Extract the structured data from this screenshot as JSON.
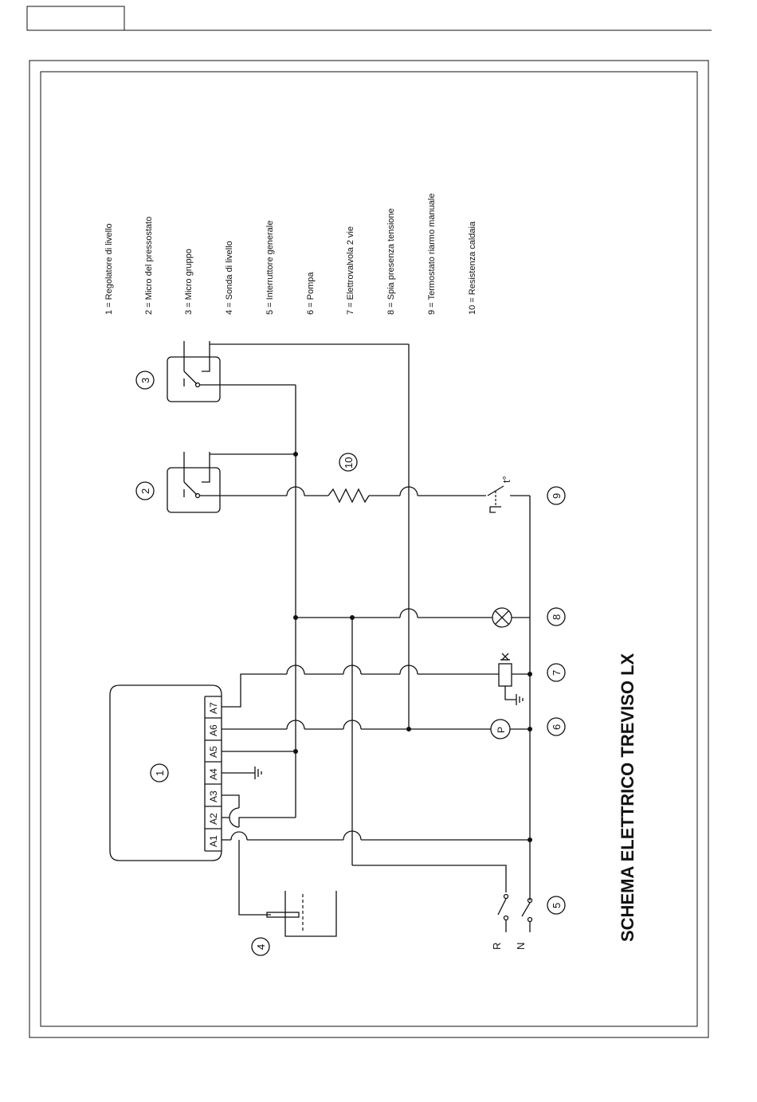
{
  "legend": [
    "1 = Regolatore di livello",
    "2 = Micro del pressostato",
    "3 = Micro gruppo",
    "4 = Sonda di livello",
    "5 = Interruttore generale",
    "6 = Pompa",
    "7 = Elettrovalvola 2 vie",
    "8 = Spia presenza tensione",
    "9 = Termostato riarmo manuale",
    "10 = Resistenza caldaia"
  ],
  "title": "SCHEMA ELETTRICO TREVISO LX",
  "terminals": [
    "A1",
    "A2",
    "A3",
    "A4",
    "A5",
    "A6",
    "A7"
  ],
  "callouts": [
    "1",
    "2",
    "3",
    "4",
    "5",
    "6",
    "7",
    "8",
    "9",
    "10"
  ],
  "supply": {
    "phase": "R",
    "neutral": "N"
  },
  "pump_symbol": "P",
  "thermostat_symbol": "t°"
}
